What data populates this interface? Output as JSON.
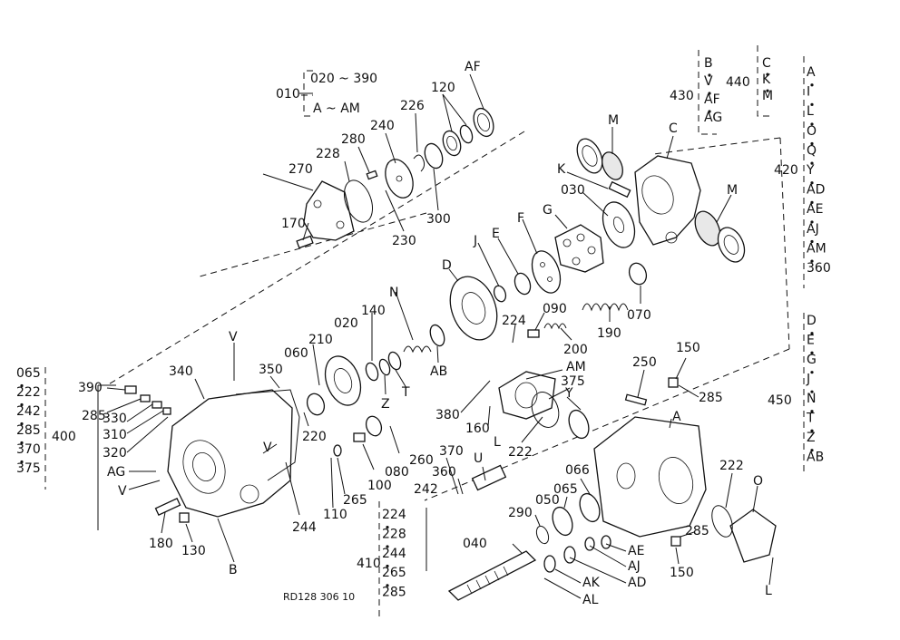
{
  "diagram": {
    "drawing_code": "RD128 306 10",
    "labels": [
      {
        "id": "l010",
        "text": "010"
      },
      {
        "id": "l020_390",
        "text": "020 ~ 390"
      },
      {
        "id": "lA_AM",
        "text": "A ~ AM"
      },
      {
        "id": "lAF1",
        "text": "AF"
      },
      {
        "id": "l120",
        "text": "120"
      },
      {
        "id": "l226",
        "text": "226"
      },
      {
        "id": "l240",
        "text": "240"
      },
      {
        "id": "l280",
        "text": "280"
      },
      {
        "id": "l228",
        "text": "228"
      },
      {
        "id": "l270",
        "text": "270"
      },
      {
        "id": "l170",
        "text": "170"
      },
      {
        "id": "l230",
        "text": "230"
      },
      {
        "id": "l300",
        "text": "300"
      },
      {
        "id": "l430",
        "text": "430"
      },
      {
        "id": "l440",
        "text": "440"
      },
      {
        "id": "l420",
        "text": "420"
      },
      {
        "id": "lM1",
        "text": "M"
      },
      {
        "id": "lC",
        "text": "C"
      },
      {
        "id": "lK",
        "text": "K"
      },
      {
        "id": "l030",
        "text": "030"
      },
      {
        "id": "lG",
        "text": "G"
      },
      {
        "id": "lM2",
        "text": "M"
      },
      {
        "id": "lF",
        "text": "F"
      },
      {
        "id": "lE",
        "text": "E"
      },
      {
        "id": "lJ",
        "text": "J"
      },
      {
        "id": "lD",
        "text": "D"
      },
      {
        "id": "l070",
        "text": "070"
      },
      {
        "id": "l190",
        "text": "190"
      },
      {
        "id": "l200",
        "text": "200"
      },
      {
        "id": "l090",
        "text": "090"
      },
      {
        "id": "l224a",
        "text": "224"
      },
      {
        "id": "lN",
        "text": "N"
      },
      {
        "id": "l140",
        "text": "140"
      },
      {
        "id": "l020",
        "text": "020"
      },
      {
        "id": "l210",
        "text": "210"
      },
      {
        "id": "lAB1",
        "text": "AB"
      },
      {
        "id": "l060",
        "text": "060"
      },
      {
        "id": "lZ1",
        "text": "Z"
      },
      {
        "id": "lT1",
        "text": "T"
      },
      {
        "id": "lV1",
        "text": "V"
      },
      {
        "id": "l350",
        "text": "350"
      },
      {
        "id": "l340",
        "text": "340"
      },
      {
        "id": "l390",
        "text": "390"
      },
      {
        "id": "l285a",
        "text": "285"
      },
      {
        "id": "l330",
        "text": "330"
      },
      {
        "id": "l310",
        "text": "310"
      },
      {
        "id": "l320",
        "text": "320"
      },
      {
        "id": "lAG1",
        "text": "AG"
      },
      {
        "id": "lV2",
        "text": "V"
      },
      {
        "id": "lV3",
        "text": "V"
      },
      {
        "id": "l220",
        "text": "220"
      },
      {
        "id": "l080",
        "text": "080"
      },
      {
        "id": "l260",
        "text": "260"
      },
      {
        "id": "l100",
        "text": "100"
      },
      {
        "id": "l265a",
        "text": "265"
      },
      {
        "id": "l110",
        "text": "110"
      },
      {
        "id": "l244a",
        "text": "244"
      },
      {
        "id": "l180",
        "text": "180"
      },
      {
        "id": "l130",
        "text": "130"
      },
      {
        "id": "lB",
        "text": "B"
      },
      {
        "id": "l400",
        "text": "400"
      },
      {
        "id": "l380",
        "text": "380"
      },
      {
        "id": "l160",
        "text": "160"
      },
      {
        "id": "lL1",
        "text": "L"
      },
      {
        "id": "lAM",
        "text": "AM"
      },
      {
        "id": "l375a",
        "text": "375"
      },
      {
        "id": "lY1",
        "text": "Y"
      },
      {
        "id": "l222a",
        "text": "222"
      },
      {
        "id": "l370a",
        "text": "370"
      },
      {
        "id": "l360a",
        "text": "360"
      },
      {
        "id": "l242a",
        "text": "242"
      },
      {
        "id": "lU",
        "text": "U"
      },
      {
        "id": "l250",
        "text": "250"
      },
      {
        "id": "l150a",
        "text": "150"
      },
      {
        "id": "l285b",
        "text": "285"
      },
      {
        "id": "lA",
        "text": "A"
      },
      {
        "id": "l066",
        "text": "066"
      },
      {
        "id": "l065",
        "text": "065"
      },
      {
        "id": "l050",
        "text": "050"
      },
      {
        "id": "l290",
        "text": "290"
      },
      {
        "id": "l040",
        "text": "040"
      },
      {
        "id": "lAE1",
        "text": "AE"
      },
      {
        "id": "lAJ1",
        "text": "AJ"
      },
      {
        "id": "lAD1",
        "text": "AD"
      },
      {
        "id": "lAK",
        "text": "AK"
      },
      {
        "id": "lAL",
        "text": "AL"
      },
      {
        "id": "l285c",
        "text": "285"
      },
      {
        "id": "l150b",
        "text": "150"
      },
      {
        "id": "l222b",
        "text": "222"
      },
      {
        "id": "lO",
        "text": "O"
      },
      {
        "id": "lL2",
        "text": "L"
      },
      {
        "id": "l450",
        "text": "450"
      },
      {
        "id": "l410",
        "text": "410"
      }
    ],
    "kit_440": [
      "C",
      "K",
      "M"
    ],
    "kit_430": [
      "B",
      "V",
      "AF",
      "AG"
    ],
    "kit_420": [
      "A",
      "I",
      "L",
      "O",
      "Q",
      "Y",
      "AD",
      "AE",
      "AJ",
      "AM",
      "360"
    ],
    "kit_450": [
      "D",
      "E",
      "G",
      "J",
      "N",
      "T",
      "Z",
      "AB"
    ],
    "kit_400": [
      "065",
      "222",
      "242",
      "285",
      "370",
      "375"
    ],
    "kit_410": [
      "224",
      "228",
      "244",
      "265",
      "285"
    ]
  }
}
